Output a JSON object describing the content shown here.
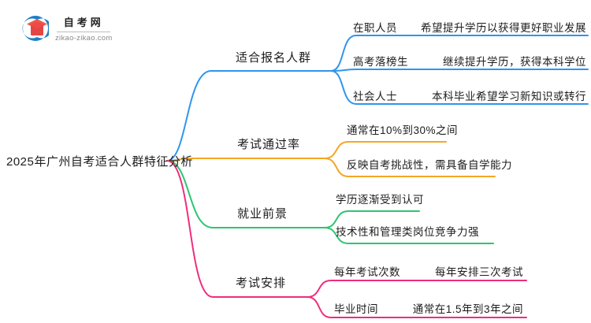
{
  "logo": {
    "title": "自考网",
    "domain": "zikao-zikao.com",
    "icon": "graduation-cap-icon",
    "icon_colors": {
      "crescent_blue": "#1d7fc4",
      "cap_red": "#e64545",
      "cap_top_red": "#ef5a52"
    }
  },
  "root": {
    "title": "2025年广州自考适合人群特征分析"
  },
  "colors": {
    "branch_enroll": "#2e95ef",
    "branch_passrate": "#f5a623",
    "branch_career": "#2ec470",
    "branch_schedule": "#ef2d7d",
    "text": "#1c1c1c"
  },
  "branches": [
    {
      "label": "适合报名人群",
      "color": "#2e95ef",
      "children": [
        {
          "left": "在职人员",
          "right": "希望提升学历以获得更好职业发展"
        },
        {
          "left": "高考落榜生",
          "right": "继续提升学历，获得本科学位"
        },
        {
          "left": "社会人士",
          "right": "本科毕业希望学习新知识或转行"
        }
      ]
    },
    {
      "label": "考试通过率",
      "color": "#f5a623",
      "children": [
        {
          "left": "通常在10%到30%之间"
        },
        {
          "left": "反映自考挑战性，需具备自学能力"
        }
      ]
    },
    {
      "label": "就业前景",
      "color": "#2ec470",
      "children": [
        {
          "left": "学历逐渐受到认可"
        },
        {
          "left": "技术性和管理类岗位竞争力强"
        }
      ]
    },
    {
      "label": "考试安排",
      "color": "#ef2d7d",
      "children": [
        {
          "left": "每年考试次数",
          "right": "每年安排三次考试"
        },
        {
          "left": "毕业时间",
          "right": "通常在1.5年到3年之间"
        }
      ]
    }
  ]
}
